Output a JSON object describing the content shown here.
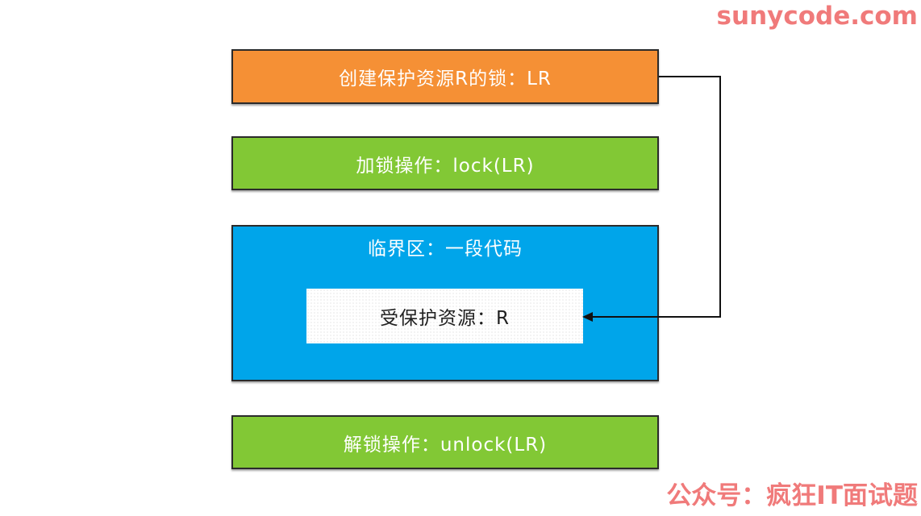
{
  "watermark": {
    "site": "sunycode.com",
    "account": "公众号：疯狂IT面试题"
  },
  "steps": {
    "create_lock": "创建保护资源R的锁：LR",
    "lock": "加锁操作：lock(LR)",
    "critical_section": "临界区：一段代码",
    "protected_resource": "受保护资源：R",
    "unlock": "解锁操作：unlock(LR)"
  },
  "colors": {
    "create": "#f59035",
    "lock": "#82c835",
    "critical": "#00a5ea",
    "unlock": "#82c835",
    "watermark": "#f07a7a"
  }
}
